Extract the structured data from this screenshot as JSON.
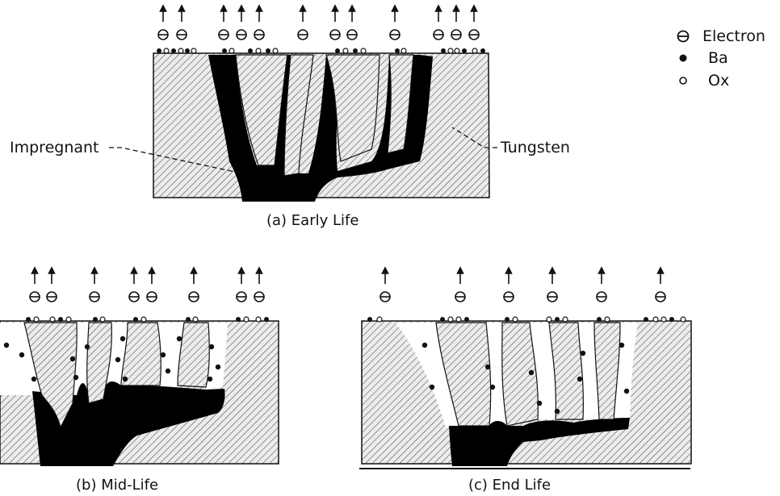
{
  "legend": {
    "electron": "Electron",
    "ba": "Ba",
    "ox": "Ox"
  },
  "labels": {
    "impregnant": "Impregnant",
    "tungsten": "Tungsten"
  },
  "panels": {
    "a": "(a) Early Life",
    "b": "(b) Mid-Life",
    "c": "(c) End Life"
  },
  "colors": {
    "ink": "#111111",
    "tungsten_fill": "#e9e9e9",
    "impregnant": "#000000"
  },
  "icons": [
    "electron-icon",
    "emission-arrow-icon",
    "ba-atom-icon",
    "ox-atom-icon"
  ]
}
